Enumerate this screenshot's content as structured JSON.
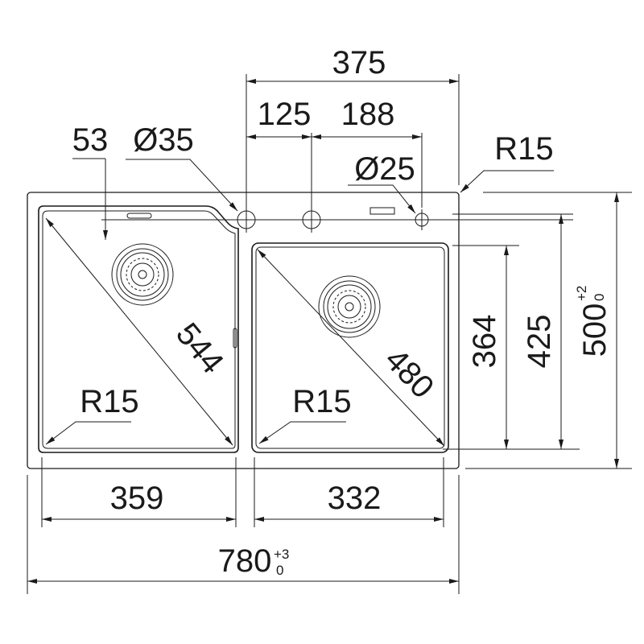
{
  "dimensions": {
    "overall_width": "780",
    "overall_width_tol_upper": "+3",
    "overall_width_tol_lower": "0",
    "overall_height": "500",
    "overall_height_tol_upper": "+2",
    "overall_height_tol_lower": "0",
    "left_bowl_width": "359",
    "right_bowl_width": "332",
    "tap_span": "375",
    "tap_offset_1": "125",
    "tap_offset_2": "188",
    "left_bowl_diagonal": "544",
    "right_bowl_diagonal": "480",
    "right_bowl_height": "364",
    "bowl_outer_height": "425",
    "left_edge_offset": "53",
    "hole_dia_large": "Ø35",
    "hole_dia_small": "Ø25",
    "corner_radius_outer": "R15",
    "corner_radius_left": "R15",
    "corner_radius_right": "R15"
  }
}
